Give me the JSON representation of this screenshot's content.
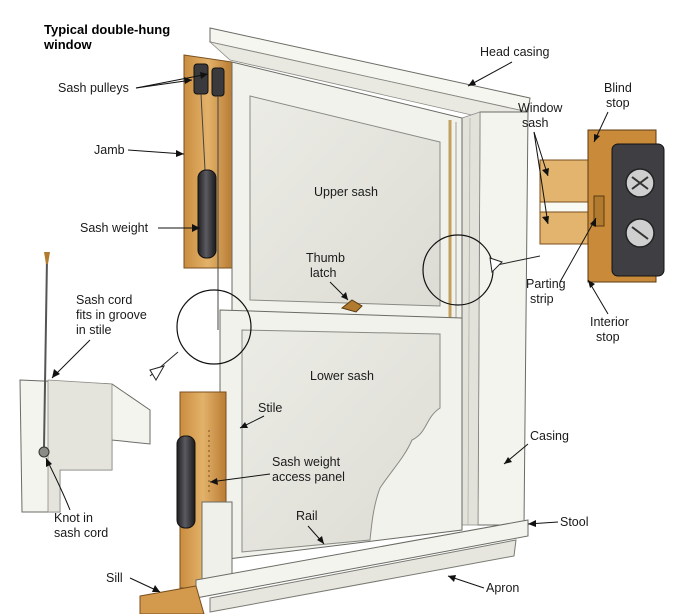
{
  "title": [
    "Typical double-hung",
    "window"
  ],
  "labels": {
    "sash_pulleys": "Sash pulleys",
    "jamb": "Jamb",
    "sash_weight": "Sash weight",
    "upper_sash": "Upper sash",
    "thumb_latch": [
      "Thumb",
      "latch"
    ],
    "sash_cord_fits": [
      "Sash cord",
      "fits in groove",
      "in stile"
    ],
    "lower_sash": "Lower sash",
    "stile": "Stile",
    "sash_weight_access": [
      "Sash weight",
      "access panel"
    ],
    "rail": "Rail",
    "knot": [
      "Knot in",
      "sash cord"
    ],
    "sill": "Sill",
    "head_casing": "Head casing",
    "window_sash": [
      "Window",
      "sash"
    ],
    "blind_stop": [
      "Blind",
      "stop"
    ],
    "parting_strip": [
      "Parting",
      "strip"
    ],
    "interior_stop": [
      "Interior",
      "stop"
    ],
    "casing": "Casing",
    "stool": "Stool",
    "apron": "Apron"
  },
  "colors": {
    "wood": "#d9a55a",
    "wood_dark": "#a86f2e",
    "trim": "#f4f4ee",
    "glass": "#e6e6df",
    "weight": "#2f2f33",
    "outline": "#6b6b66"
  }
}
